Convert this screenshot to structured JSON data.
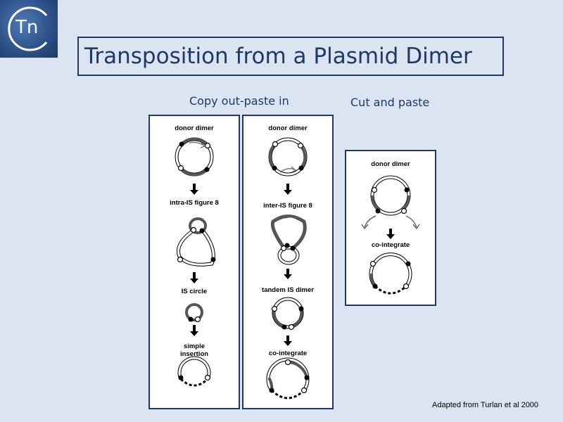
{
  "logo": {
    "text": "Tn"
  },
  "title": "Transposition from a Plasmid Dimer",
  "headers": {
    "copy": "Copy out-paste in",
    "cut": "Cut and paste"
  },
  "panel1": {
    "donor": "donor dimer",
    "fig8": "intra-IS figure 8",
    "circle": "IS circle",
    "insert1": "simple",
    "insert2": "insertion"
  },
  "panel2": {
    "donor": "donor dimer",
    "fig8": "inter-IS figure 8",
    "tandem": "tandem IS dimer",
    "cointegrate": "co-integrate"
  },
  "panel3": {
    "donor": "donor dimer",
    "cointegrate": "co-integrate"
  },
  "credit": "Adapted from Turlan et al 2000"
}
